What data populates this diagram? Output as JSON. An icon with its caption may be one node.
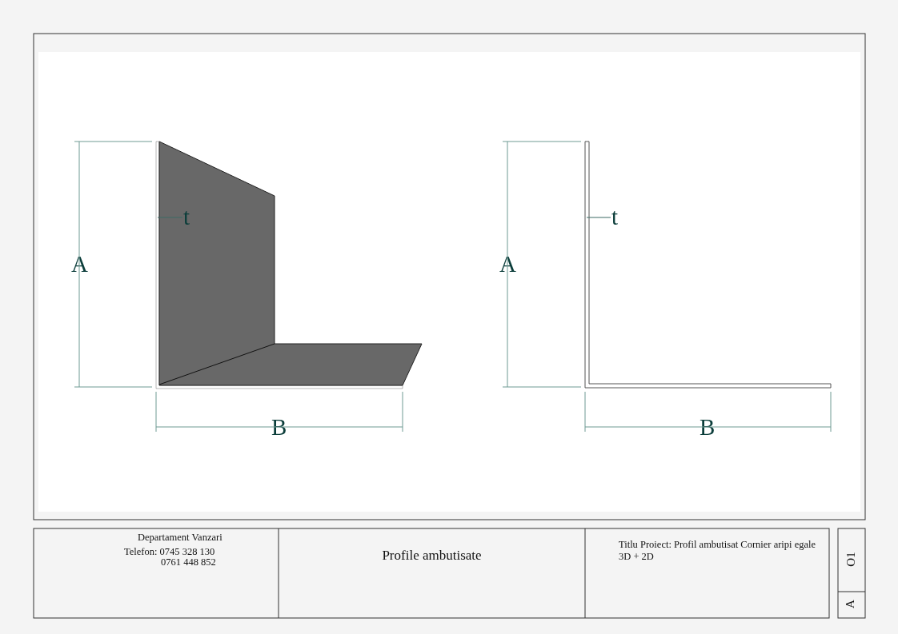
{
  "diagram": {
    "title": "Profile ambutisate",
    "nodes": [
      {
        "text": [],
        "shape": "picture"
      },
      {
        "text": [
          "t"
        ],
        "in": 0
      },
      {
        "text": [],
        "shape": "picture"
      },
      {
        "text": [
          "t"
        ],
        "in": 2
      }
    ],
    "edges": [
      {
        "from": 1,
        "to": 0,
        "arrow": "none"
      },
      {
        "from": 3,
        "to": 2,
        "arrow": "none"
      }
    ],
    "labels": [
      "A",
      "B",
      "A",
      "B",
      "Departament Vanzari",
      "Telefon: 0745 328 130",
      "0761 448 852",
      "Titlu Proiect: Profil ambutisat Cornier aripi egale 3D + 2D",
      "O1",
      "A"
    ]
  }
}
